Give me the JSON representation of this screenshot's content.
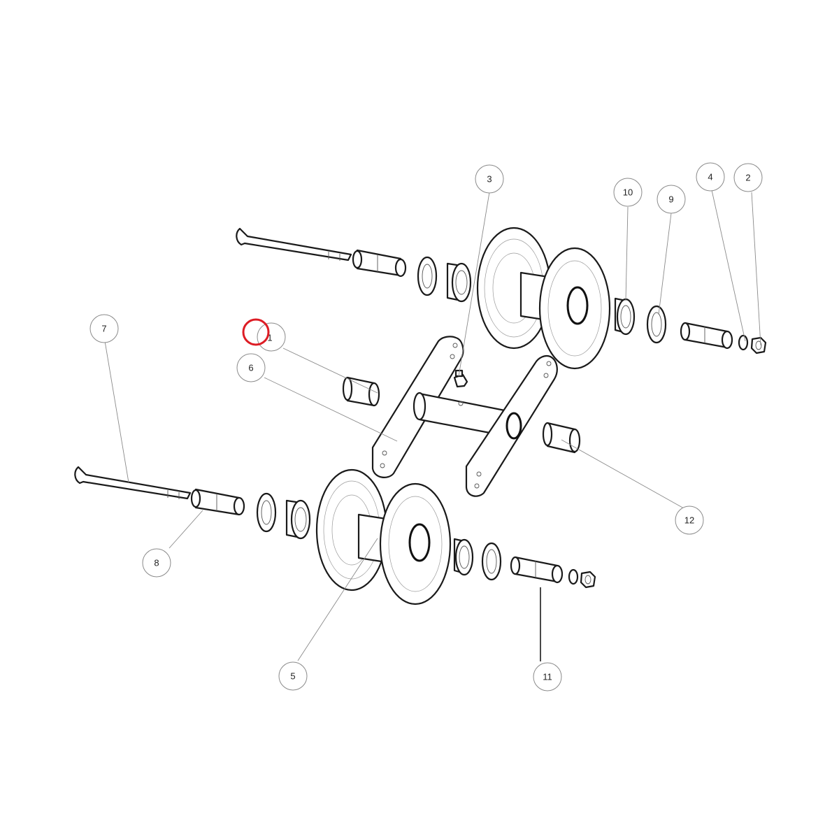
{
  "callouts": [
    {
      "id": "c1",
      "label": "1"
    },
    {
      "id": "c2",
      "label": "2"
    },
    {
      "id": "c3",
      "label": "3"
    },
    {
      "id": "c4",
      "label": "4"
    },
    {
      "id": "c5",
      "label": "5"
    },
    {
      "id": "c6",
      "label": "6"
    },
    {
      "id": "c7",
      "label": "7"
    },
    {
      "id": "c8",
      "label": "8"
    },
    {
      "id": "c9",
      "label": "9"
    },
    {
      "id": "c10",
      "label": "10"
    },
    {
      "id": "c11",
      "label": "11"
    },
    {
      "id": "c12",
      "label": "12"
    }
  ],
  "highlight": {
    "target": "1",
    "color": "#dd1c24"
  }
}
